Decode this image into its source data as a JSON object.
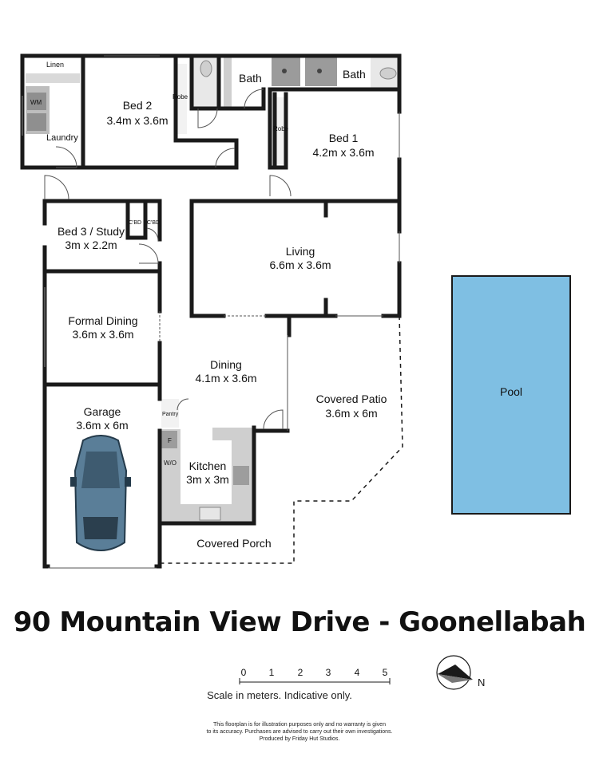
{
  "plan": {
    "rooms": {
      "laundry": {
        "name": "Laundry",
        "linen": "Linen",
        "wm": "WM"
      },
      "bed2": {
        "name": "Bed 2",
        "size": "3.4m x 3.6m",
        "robe": "Robe"
      },
      "bath_a": {
        "name": "Bath"
      },
      "bath_b": {
        "name": "Bath"
      },
      "bed1": {
        "name": "Bed 1",
        "size": "4.2m x 3.6m",
        "robe": "Robe"
      },
      "bed3": {
        "name": "Bed 3 / Study",
        "size": "3m x 2.2m",
        "cbd1": "C'BD",
        "cbd2": "C'BD"
      },
      "living": {
        "name": "Living",
        "size": "6.6m x 3.6m"
      },
      "formal_dining": {
        "name": "Formal Dining",
        "size": "3.6m x 3.6m"
      },
      "dining": {
        "name": "Dining",
        "size": "4.1m x 3.6m"
      },
      "covered_patio": {
        "name": "Covered Patio",
        "size": "3.6m x 6m"
      },
      "pool": {
        "name": "Pool"
      },
      "garage": {
        "name": "Garage",
        "size": "3.6m x 6m"
      },
      "kitchen": {
        "name": "Kitchen",
        "size": "3m x 3m",
        "pantry": "Pantry",
        "fridge": "F",
        "wo": "W/O"
      },
      "covered_porch": {
        "name": "Covered Porch"
      }
    },
    "colors": {
      "wall": "#1a1a1a",
      "pool": "#7fbfe3",
      "fixture": "#b8b8b8",
      "car": "#5a7e98"
    }
  },
  "title": "90 Mountain View Drive - Goonellabah",
  "scale": {
    "ticks": [
      "0",
      "1",
      "2",
      "3",
      "4",
      "5"
    ],
    "caption": "Scale in meters. Indicative only.",
    "north": "N"
  },
  "disclaimer": {
    "line1": "This floorplan is for illustration purposes only and no warranty is given",
    "line2": "to its accuracy. Purchases are advised to carry out their own investigations.",
    "line3": "Produced by Friday Hut Studios."
  }
}
